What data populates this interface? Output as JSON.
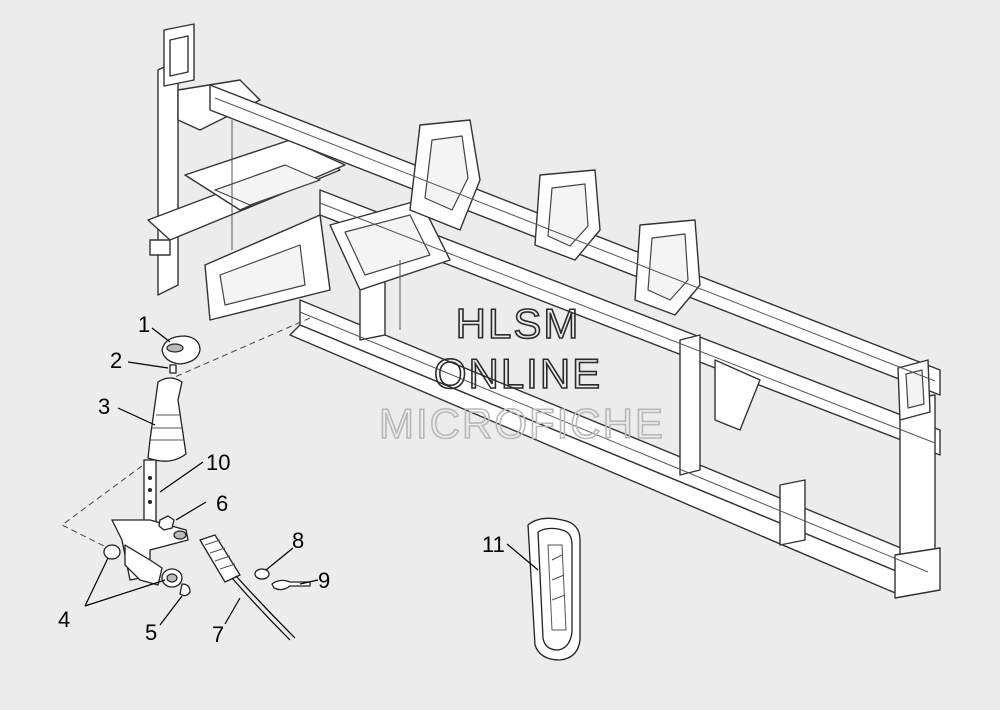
{
  "watermark": {
    "line1": "HLSM",
    "line2": "ONLINE",
    "line3": "MICROFICHE"
  },
  "callouts": [
    {
      "id": "1",
      "label": "1"
    },
    {
      "id": "2",
      "label": "2"
    },
    {
      "id": "3",
      "label": "3"
    },
    {
      "id": "4",
      "label": "4"
    },
    {
      "id": "5",
      "label": "5"
    },
    {
      "id": "6",
      "label": "6"
    },
    {
      "id": "7",
      "label": "7"
    },
    {
      "id": "8",
      "label": "8"
    },
    {
      "id": "9",
      "label": "9"
    },
    {
      "id": "10",
      "label": "10"
    },
    {
      "id": "11",
      "label": "11"
    }
  ]
}
